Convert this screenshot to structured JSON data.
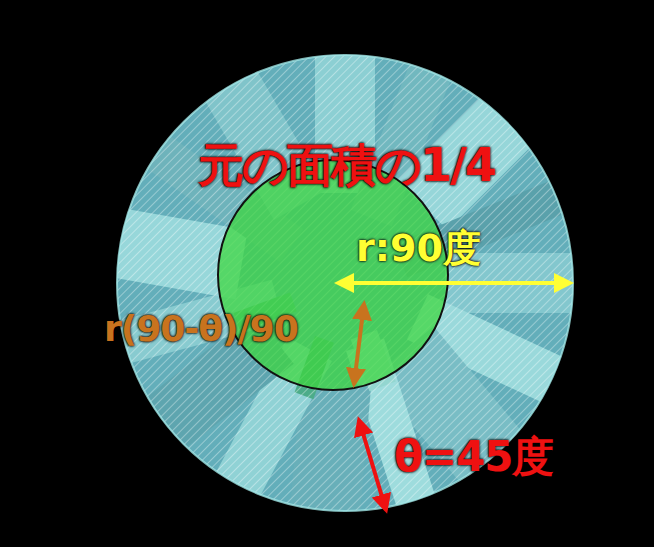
{
  "diagram": {
    "labels": [
      "元の面積の1/4",
      "r:90度",
      "r(90-θ)/90",
      "θ=45度"
    ]
  }
}
